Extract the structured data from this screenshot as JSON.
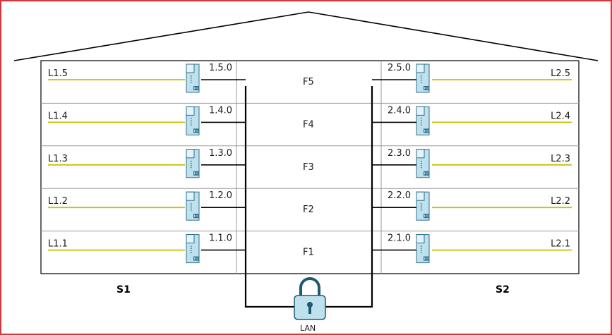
{
  "colors": {
    "frame": "#d4363b",
    "bus_line": "#c8c000",
    "device": "#bfe1ee",
    "device_outline": "#2f6f8a",
    "lock": "#bfe1ee"
  },
  "building": {
    "sections": [
      "S1",
      "S2"
    ],
    "network_label": "LAN",
    "floors": [
      {
        "name": "F5",
        "left_line": "L1.5",
        "left_device": "1.5.0",
        "right_device": "2.5.0",
        "right_line": "L2.5"
      },
      {
        "name": "F4",
        "left_line": "L1.4",
        "left_device": "1.4.0",
        "right_device": "2.4.0",
        "right_line": "L2.4"
      },
      {
        "name": "F3",
        "left_line": "L1.3",
        "left_device": "1.3.0",
        "right_device": "2.3.0",
        "right_line": "L2.3"
      },
      {
        "name": "F2",
        "left_line": "L1.2",
        "left_device": "1.2.0",
        "right_device": "2.2.0",
        "right_line": "L2.2"
      },
      {
        "name": "F1",
        "left_line": "L1.1",
        "left_device": "1.1.0",
        "right_device": "2.1.0",
        "right_line": "L2.1"
      }
    ],
    "icons": {
      "device": "line-coupler-icon",
      "lan": "padlock-icon"
    }
  }
}
